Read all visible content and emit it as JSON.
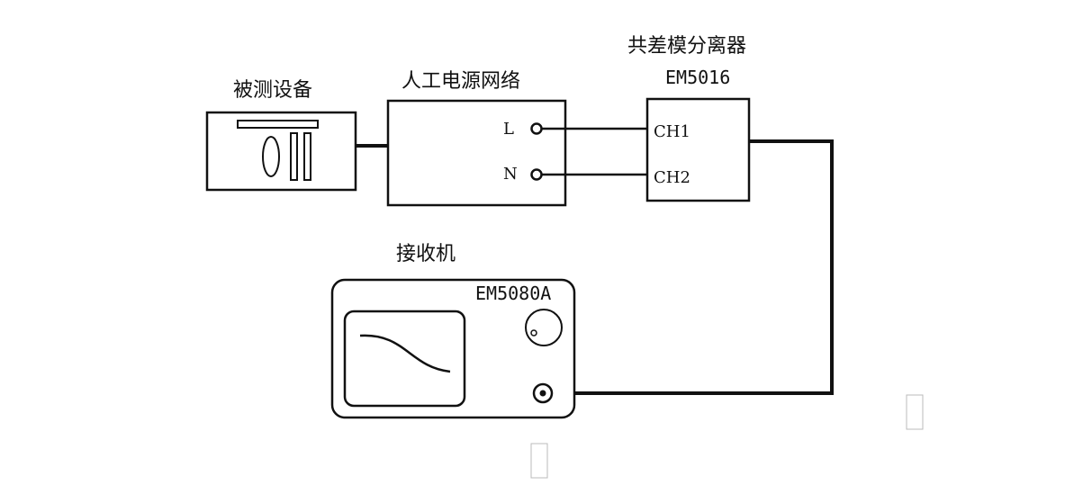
{
  "devices": {
    "dut": {
      "label": "被测设备"
    },
    "lisn": {
      "label": "人工电源网络",
      "terminal_l": "L",
      "terminal_n": "N"
    },
    "separator": {
      "label": "共差模分离器",
      "model": "EM5016",
      "ch1": "CH1",
      "ch2": "CH2"
    },
    "receiver": {
      "label": "接收机",
      "model": "EM5080A"
    }
  }
}
